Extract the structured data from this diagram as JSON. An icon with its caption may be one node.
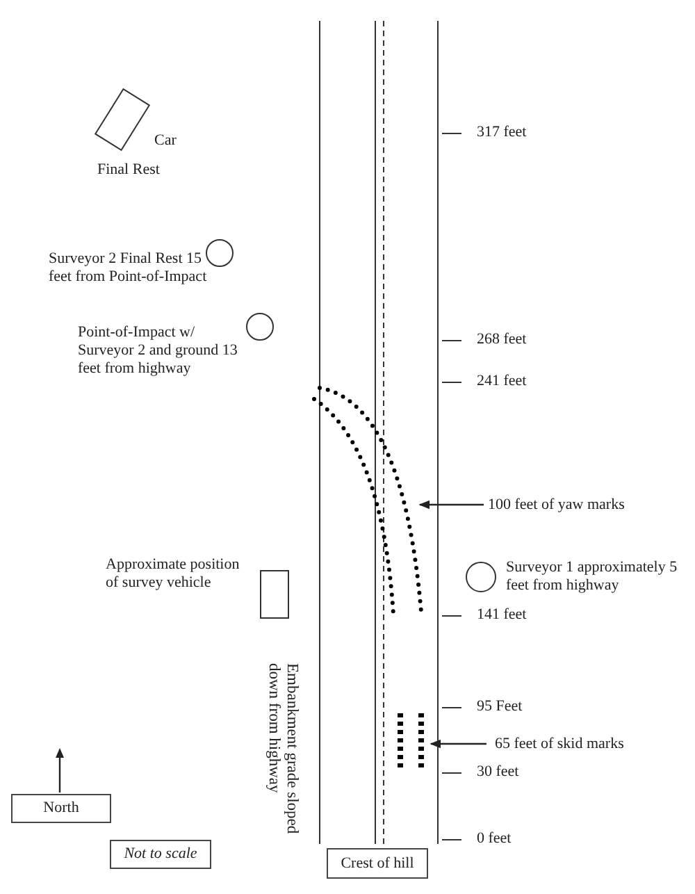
{
  "diagram": {
    "nodes": [
      {
        "text": [],
        "shape": "box",
        "beside": [
          "Car",
          "Final Rest"
        ]
      },
      {
        "text": [],
        "shape": "circle",
        "beside": [
          "Surveyor 2 Final Rest 15 feet from Point-of-Impact"
        ]
      },
      {
        "text": [],
        "shape": "circle",
        "beside": [
          "Point-of-Impact w/ Surveyor 2 and ground 13 feet from highway"
        ]
      },
      {
        "text": [],
        "shape": "dots"
      },
      {
        "text": [
          "100 feet of yaw marks"
        ]
      },
      {
        "text": [],
        "shape": "circle",
        "beside": [
          "Surveyor 1 approximately 5 feet from highway"
        ]
      },
      {
        "text": [],
        "shape": "box",
        "beside": [
          "Approximate position of survey vehicle"
        ]
      },
      {
        "text": [],
        "shape": "dots"
      },
      {
        "text": [
          "65 feet of skid marks"
        ]
      },
      {
        "text": [
          "North"
        ]
      },
      {
        "text": [
          "Not to scale"
        ]
      },
      {
        "text": [
          "Crest of hill"
        ]
      }
    ],
    "edges": [
      {
        "from": 4,
        "to": 3,
        "arrow": "to"
      },
      {
        "from": 8,
        "to": 7,
        "arrow": "to"
      }
    ],
    "labels": [
      "317 feet",
      "268 feet",
      "241 feet",
      "141 feet",
      "95 Feet",
      "30 feet",
      "0 feet",
      "Embankment grade sloped down from highway"
    ]
  }
}
